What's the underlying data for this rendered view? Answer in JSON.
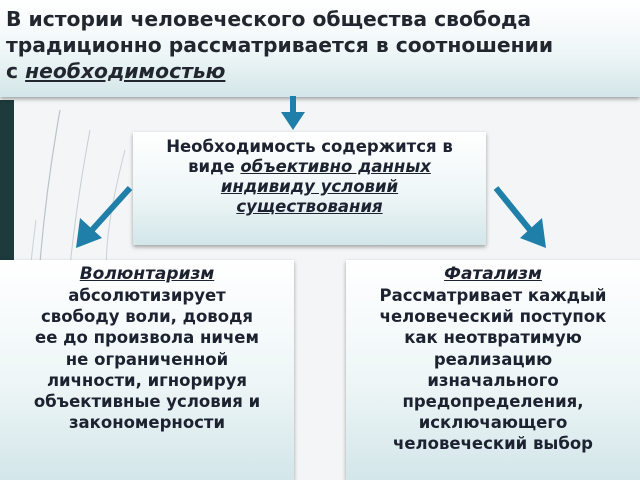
{
  "title": {
    "line1": "В истории человеческого общества свобода",
    "line2": "традиционно рассматривается в соотношении",
    "line3_prefix": "с ",
    "line3_emphasis": "необходимостью"
  },
  "necessity": {
    "line1": "Необходимость содержится в",
    "line2_prefix": "виде ",
    "line2_emphasis": "объективно данных",
    "line3": "индивиду условий",
    "line4": "существования"
  },
  "voluntarism": {
    "heading": "Волюнтаризм",
    "lines": [
      "абсолютизирует",
      "свободу воли, доводя",
      "ее до произвола ничем",
      "не ограниченной",
      "личности, игнорируя",
      "объективные условия и",
      "закономерности"
    ]
  },
  "fatalism": {
    "heading": "Фатализм",
    "lines": [
      "Рассматривает каждый",
      "человеческий поступок",
      "как неотвратимую",
      "реализацию",
      "изначального",
      "предопределения,",
      "исключающего",
      "человеческий выбор"
    ]
  },
  "colors": {
    "arrow": "#1f7fa8",
    "box_gradient_bottom": "#d3e6e9",
    "left_strip": "#1d3a3d"
  }
}
